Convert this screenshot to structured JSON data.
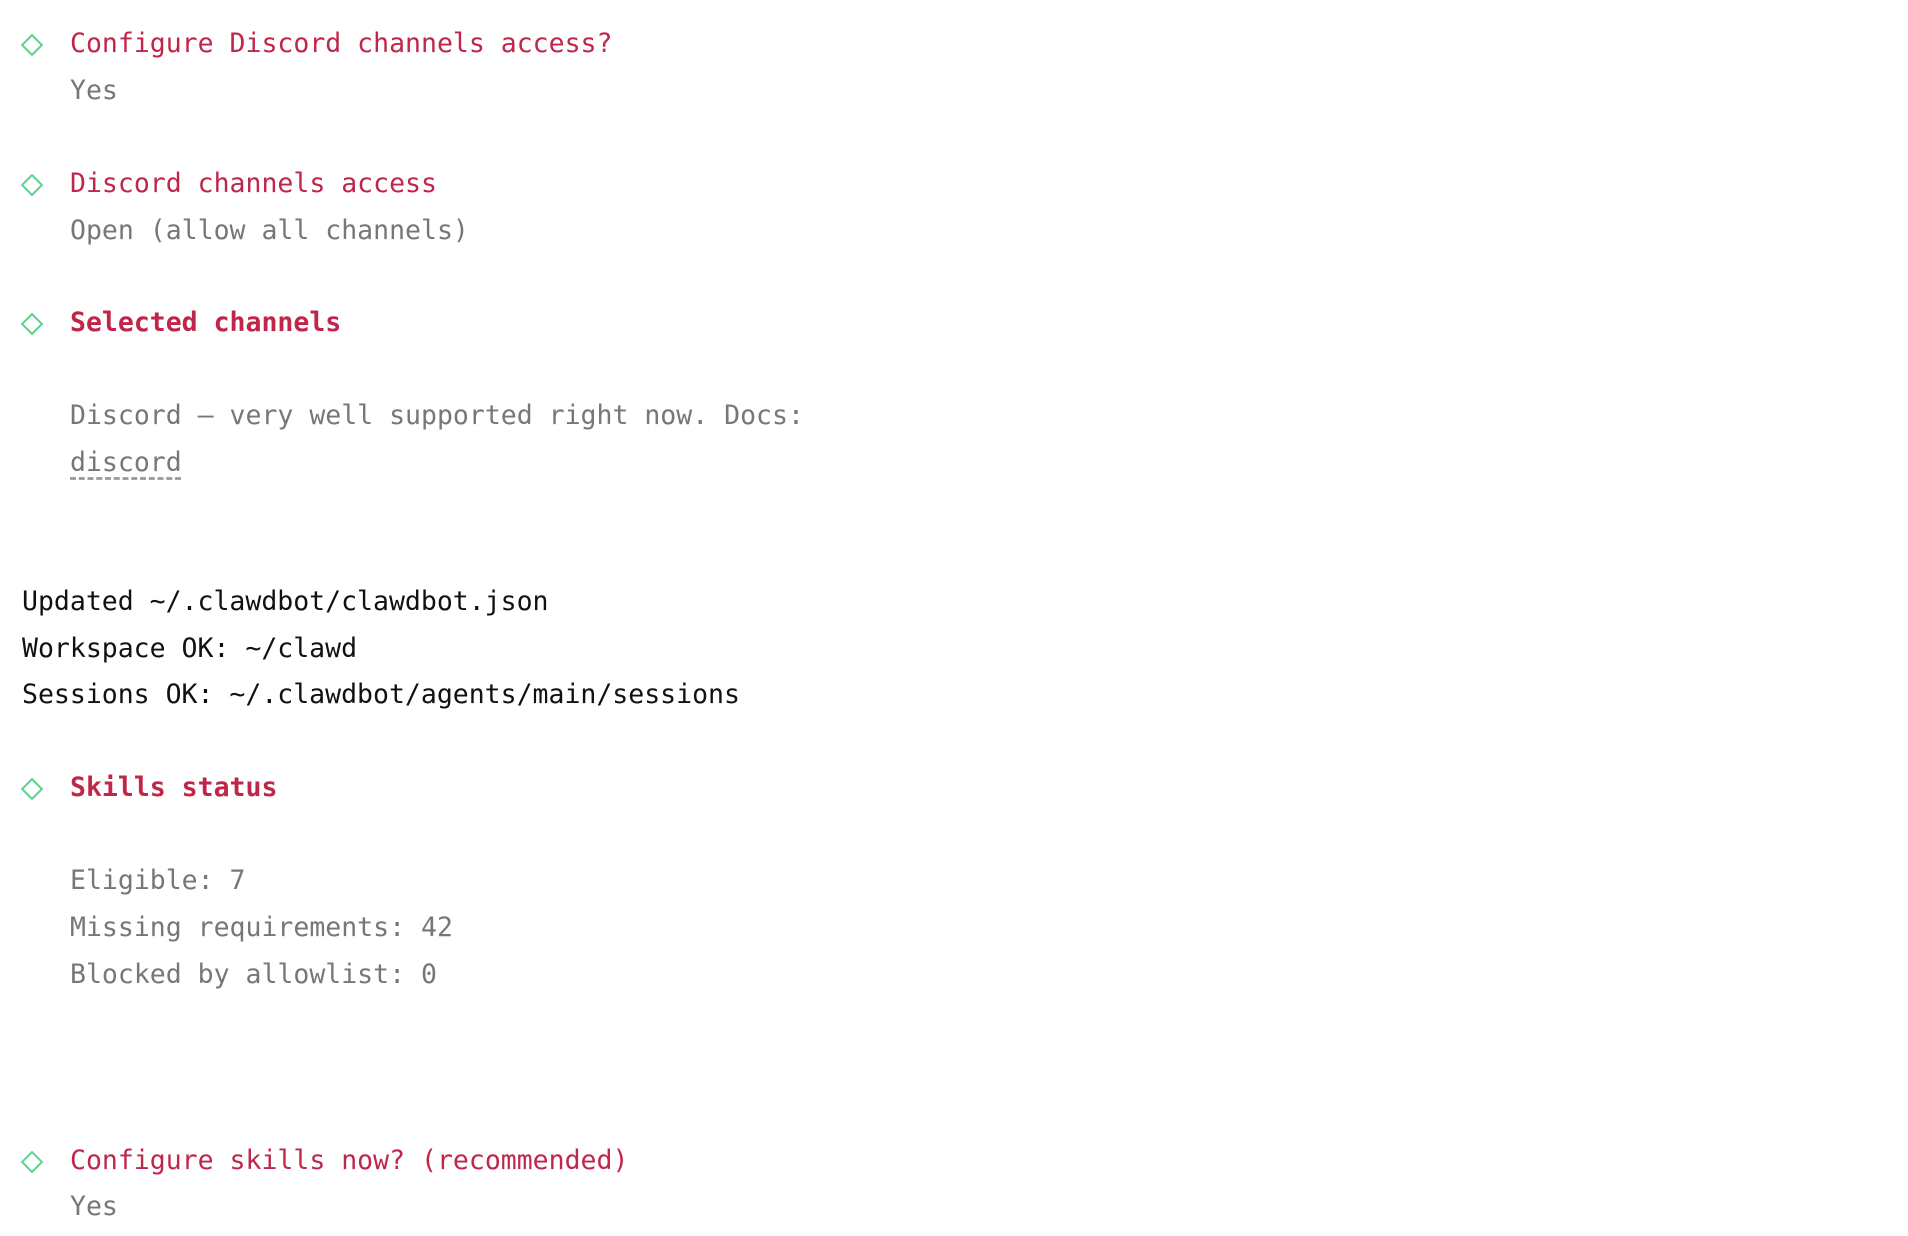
{
  "prompts": [
    {
      "title": "Configure Discord channels access?",
      "answer": "Yes"
    },
    {
      "title": "Discord channels access",
      "answer": "Open (allow all channels)"
    },
    {
      "title": "Selected channels",
      "note": "Discord — very well supported right now. Docs:",
      "link": "discord"
    }
  ],
  "log": [
    "Updated ~/.clawdbot/clawdbot.json",
    "Workspace OK: ~/clawd",
    "Sessions OK: ~/.clawdbot/agents/main/sessions"
  ],
  "skills": {
    "title": "Skills status",
    "lines": [
      "Eligible: 7",
      "Missing requirements: 42",
      "Blocked by allowlist: 0"
    ]
  },
  "final_prompt": {
    "title": "Configure skills now? (recommended)",
    "answer": "Yes"
  },
  "colors": {
    "accent": "#c0264a",
    "marker": "#5fd38d",
    "muted": "#777777"
  }
}
